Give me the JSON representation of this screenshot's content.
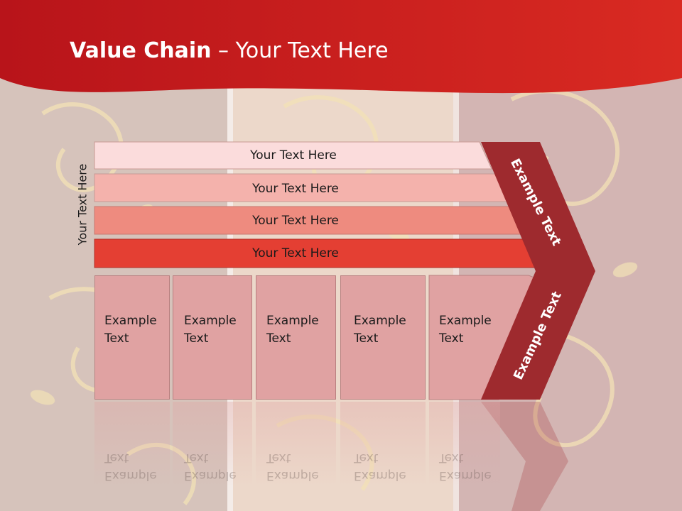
{
  "title": {
    "bold": "Value Chain",
    "rest": " – Your Text Here"
  },
  "side_label": "Your Text Here",
  "bars": [
    {
      "label": "Your Text Here",
      "fill": "#fbdcdc"
    },
    {
      "label": "Your Text Here",
      "fill": "#f4b2ac"
    },
    {
      "label": "Your Text Here",
      "fill": "#ee8b7f"
    },
    {
      "label": "Your Text Here",
      "fill": "#e43f33"
    }
  ],
  "boxes": [
    {
      "line1": "Example",
      "line2": "Text"
    },
    {
      "line1": "Example",
      "line2": "Text"
    },
    {
      "line1": "Example",
      "line2": "Text"
    },
    {
      "line1": "Example",
      "line2": "Text"
    },
    {
      "line1": "Example",
      "line2": "Text"
    }
  ],
  "chevron": {
    "top_label": "Example Text",
    "bottom_label": "Example Text",
    "fill": "#9e2a2e"
  },
  "colors": {
    "header": "#c8181a",
    "panel_mid": "#efdcce",
    "panel_side": "#d7c1b9"
  }
}
